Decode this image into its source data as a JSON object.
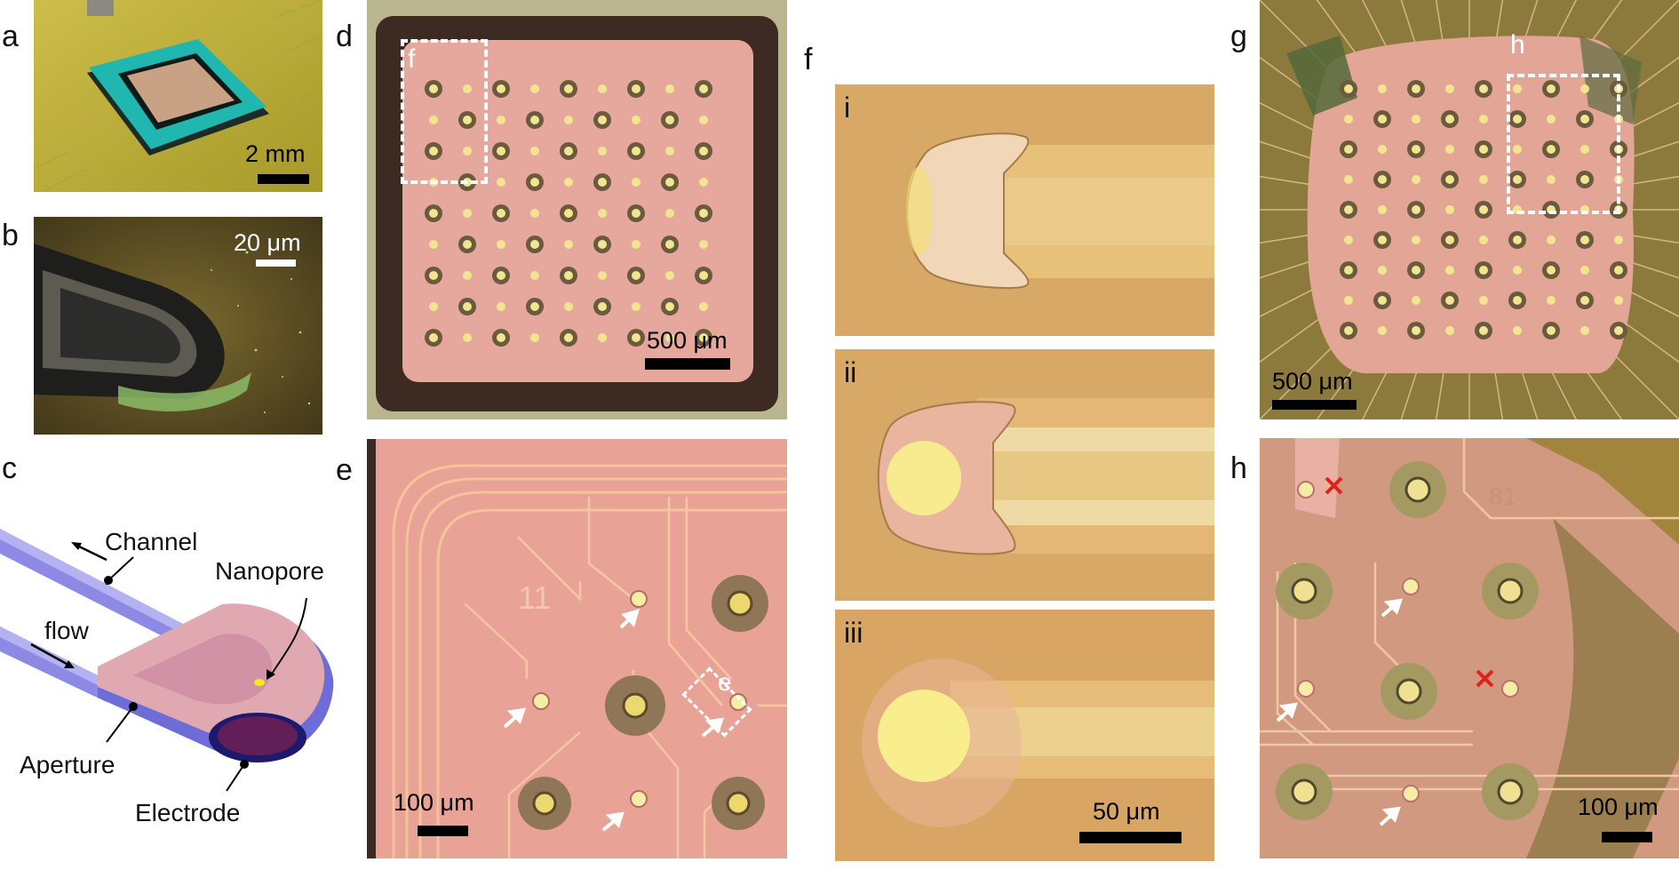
{
  "panels": {
    "a": {
      "label": "a",
      "scale": "2 mm"
    },
    "b": {
      "label": "b",
      "scale": "20 μm"
    },
    "c": {
      "label": "c",
      "callouts": {
        "channel": "Channel",
        "flow": "flow",
        "nanopore": "Nanopore",
        "aperture": "Aperture",
        "electrode": "Electrode"
      }
    },
    "d": {
      "label": "d",
      "inset": "f",
      "scale": "500 μm"
    },
    "e": {
      "label": "e",
      "inset": "e",
      "scale": "100 μm",
      "chip_number": "11"
    },
    "f": {
      "label": "f",
      "sub": [
        "i",
        "ii",
        "iii"
      ],
      "scale": "50 μm"
    },
    "g": {
      "label": "g",
      "inset": "h",
      "scale": "500 μm"
    },
    "h": {
      "label": "h",
      "scale": "100 μm",
      "chip_number": "81"
    }
  },
  "colors": {
    "chip_pink": "#e9a79a",
    "gold": "#d8c06c",
    "pad_gold": "#f0e48a",
    "channel_blue": "#7b78d9",
    "fail_mark": "#e0201a"
  }
}
